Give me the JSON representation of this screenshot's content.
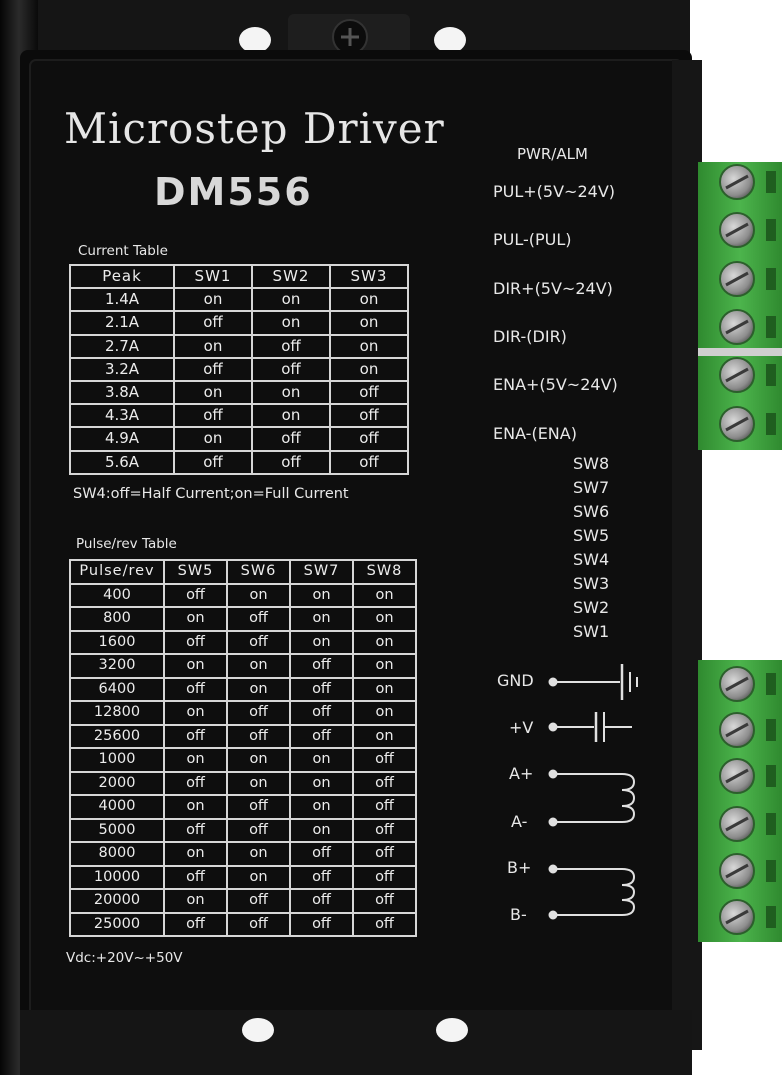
{
  "driver": {
    "title": "Microstep Driver",
    "model": "DM556"
  },
  "current_table": {
    "caption": "Current Table",
    "headers": [
      "Peak",
      "SW1",
      "SW2",
      "SW3"
    ],
    "rows": [
      [
        "1.4A",
        "on",
        "on",
        "on"
      ],
      [
        "2.1A",
        "off",
        "on",
        "on"
      ],
      [
        "2.7A",
        "on",
        "off",
        "on"
      ],
      [
        "3.2A",
        "off",
        "off",
        "on"
      ],
      [
        "3.8A",
        "on",
        "on",
        "off"
      ],
      [
        "4.3A",
        "off",
        "on",
        "off"
      ],
      [
        "4.9A",
        "on",
        "off",
        "off"
      ],
      [
        "5.6A",
        "off",
        "off",
        "off"
      ]
    ],
    "note": "SW4:off=Half Current;on=Full Current"
  },
  "pulse_table": {
    "caption": "Pulse/rev Table",
    "headers": [
      "Pulse/rev",
      "SW5",
      "SW6",
      "SW7",
      "SW8"
    ],
    "rows": [
      [
        "400",
        "off",
        "on",
        "on",
        "on"
      ],
      [
        "800",
        "on",
        "off",
        "on",
        "on"
      ],
      [
        "1600",
        "off",
        "off",
        "on",
        "on"
      ],
      [
        "3200",
        "on",
        "on",
        "off",
        "on"
      ],
      [
        "6400",
        "off",
        "on",
        "off",
        "on"
      ],
      [
        "12800",
        "on",
        "off",
        "off",
        "on"
      ],
      [
        "25600",
        "off",
        "off",
        "off",
        "on"
      ],
      [
        "1000",
        "on",
        "on",
        "on",
        "off"
      ],
      [
        "2000",
        "off",
        "on",
        "on",
        "off"
      ],
      [
        "4000",
        "on",
        "off",
        "on",
        "off"
      ],
      [
        "5000",
        "off",
        "off",
        "on",
        "off"
      ],
      [
        "8000",
        "on",
        "on",
        "off",
        "off"
      ],
      [
        "10000",
        "off",
        "on",
        "off",
        "off"
      ],
      [
        "20000",
        "on",
        "off",
        "off",
        "off"
      ],
      [
        "25000",
        "off",
        "off",
        "off",
        "off"
      ]
    ]
  },
  "supply_voltage": "Vdc:+20V~+50V",
  "signal_labels": {
    "pwr_alm": "PWR/ALM",
    "pul_plus": "PUL+(5V~24V)",
    "pul_minus": "PUL-(PUL)",
    "dir_plus": "DIR+(5V~24V)",
    "dir_minus": "DIR-(DIR)",
    "ena_plus": "ENA+(5V~24V)",
    "ena_minus": "ENA-(ENA)"
  },
  "switch_labels": [
    "SW8",
    "SW7",
    "SW6",
    "SW5",
    "SW4",
    "SW3",
    "SW2",
    "SW1"
  ],
  "power_terminals": {
    "gnd": "GND",
    "vplus": "+V",
    "a_plus": "A+",
    "a_minus": "A-",
    "b_plus": "B+",
    "b_minus": "B-"
  },
  "colors": {
    "panel": "#0b0b0b",
    "housing": "#2a2a2a",
    "terminal_green": "#3a9e3a",
    "text": "#e8e8e8"
  },
  "icons": [
    "mounting-screw-icon",
    "ground-symbol-icon",
    "capacitor-symbol-icon",
    "motor-coil-icon"
  ]
}
